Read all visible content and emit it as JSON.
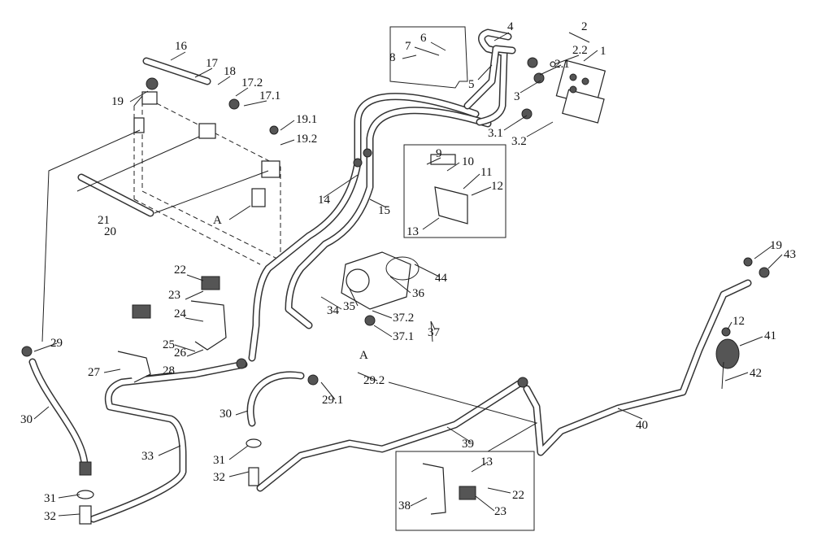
{
  "diagram": {
    "callouts": [
      "1",
      "2",
      "2.1",
      "2.2",
      "3",
      "3.1",
      "3.2",
      "4",
      "5",
      "6",
      "7",
      "8",
      "9",
      "10",
      "11",
      "12",
      "13",
      "14",
      "15",
      "16",
      "17",
      "18",
      "17.2",
      "17.1",
      "19",
      "19.1",
      "19.2",
      "20",
      "21",
      "22",
      "23",
      "24",
      "25",
      "26",
      "27",
      "28",
      "29",
      "30",
      "31",
      "32",
      "33",
      "34",
      "35",
      "36",
      "37.2",
      "37.1",
      "37",
      "44",
      "A",
      "A",
      "29.2",
      "29.1",
      "30",
      "31",
      "32",
      "38",
      "39",
      "40",
      "13",
      "22",
      "23",
      "19",
      "43",
      "12",
      "41",
      "42"
    ]
  }
}
